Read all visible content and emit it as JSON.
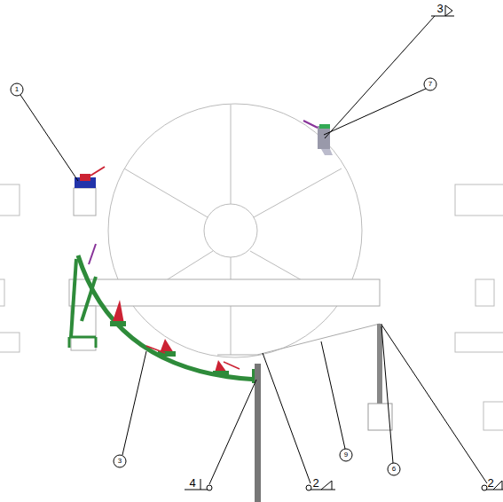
{
  "diagram": {
    "labels": [
      "1",
      "7",
      "3",
      "9",
      "6",
      "3",
      "4",
      "2",
      "2"
    ]
  }
}
